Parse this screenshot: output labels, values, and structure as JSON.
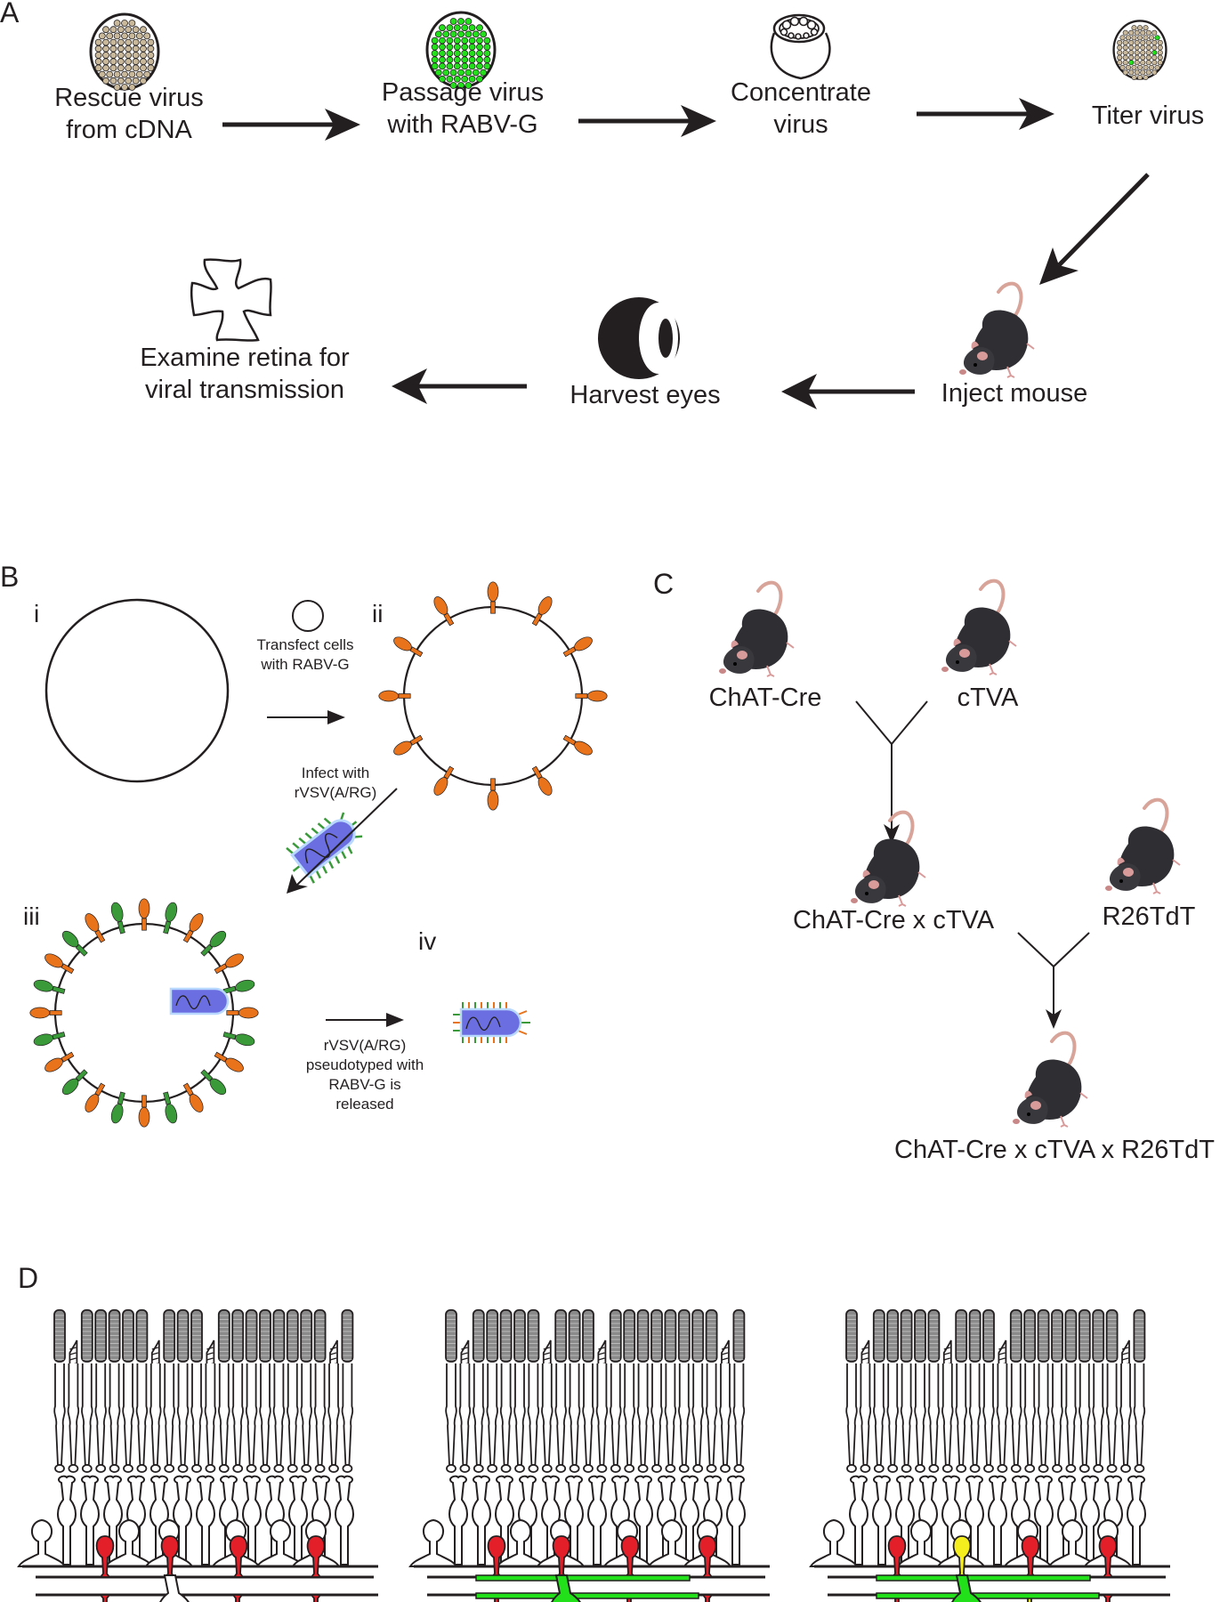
{
  "figure": {
    "panels": {
      "A": {
        "letter": "A",
        "steps": [
          {
            "id": "rescue",
            "line1": "Rescue virus",
            "line2": "from cDNA",
            "icon": "cell-plate-icon"
          },
          {
            "id": "passage",
            "line1": "Passage virus",
            "line2": "with RABV-G",
            "icon": "green-cell-plate-icon"
          },
          {
            "id": "concentrate",
            "line1": "Concentrate",
            "line2": "virus",
            "icon": "centrifuge-tube-icon"
          },
          {
            "id": "titer",
            "line1": "Titer virus",
            "line2": "",
            "icon": "titer-plate-icon"
          },
          {
            "id": "inject",
            "line1": "Inject mouse",
            "line2": "",
            "icon": "mouse-icon"
          },
          {
            "id": "harvest",
            "line1": "Harvest eyes",
            "line2": "",
            "icon": "eye-icon"
          },
          {
            "id": "examine",
            "line1": "Examine retina for",
            "line2": "viral transmission",
            "icon": "retina-flatmount-icon"
          }
        ]
      },
      "B": {
        "letter": "B",
        "stages": {
          "i": "i",
          "ii": "ii",
          "iii": "iii",
          "iv": "iv"
        },
        "transfect": {
          "line1": "Transfect cells",
          "line2": "with RABV-G"
        },
        "infect": {
          "line1": "Infect with",
          "line2": "rVSV(A/RG)"
        },
        "release": {
          "line1": "rVSV(A/RG)",
          "line2": "pseudotyped with",
          "line3": "RABV-G is",
          "line4": "released"
        }
      },
      "C": {
        "letter": "C",
        "mice": {
          "chat_cre": "ChAT-Cre",
          "ctva": "cTVA",
          "cross1": "ChAT-Cre x cTVA",
          "r26tdt": "R26TdT",
          "cross2": "ChAT-Cre x cTVA x R26TdT"
        }
      },
      "D": {
        "letter": "D",
        "diagrams": [
          {
            "id": "uninfected",
            "starter_color": "none"
          },
          {
            "id": "starter-infected",
            "starter_color": "green"
          },
          {
            "id": "transsynaptic",
            "starter_color": "green",
            "traced_color": "yellow"
          }
        ]
      }
    },
    "colors": {
      "ink": "#231f20",
      "plate_cell": "#c9b99a",
      "gfp_green": "#22e01a",
      "rabv_g_orange": "#e8731b",
      "vsv_g_green": "#3a9a3a",
      "virion_blue": "#6a6ee0",
      "starburst_red": "#e3202a",
      "traced_yellow": "#f5ee1f",
      "mouse_tail_pink": "#d8a49a"
    }
  }
}
